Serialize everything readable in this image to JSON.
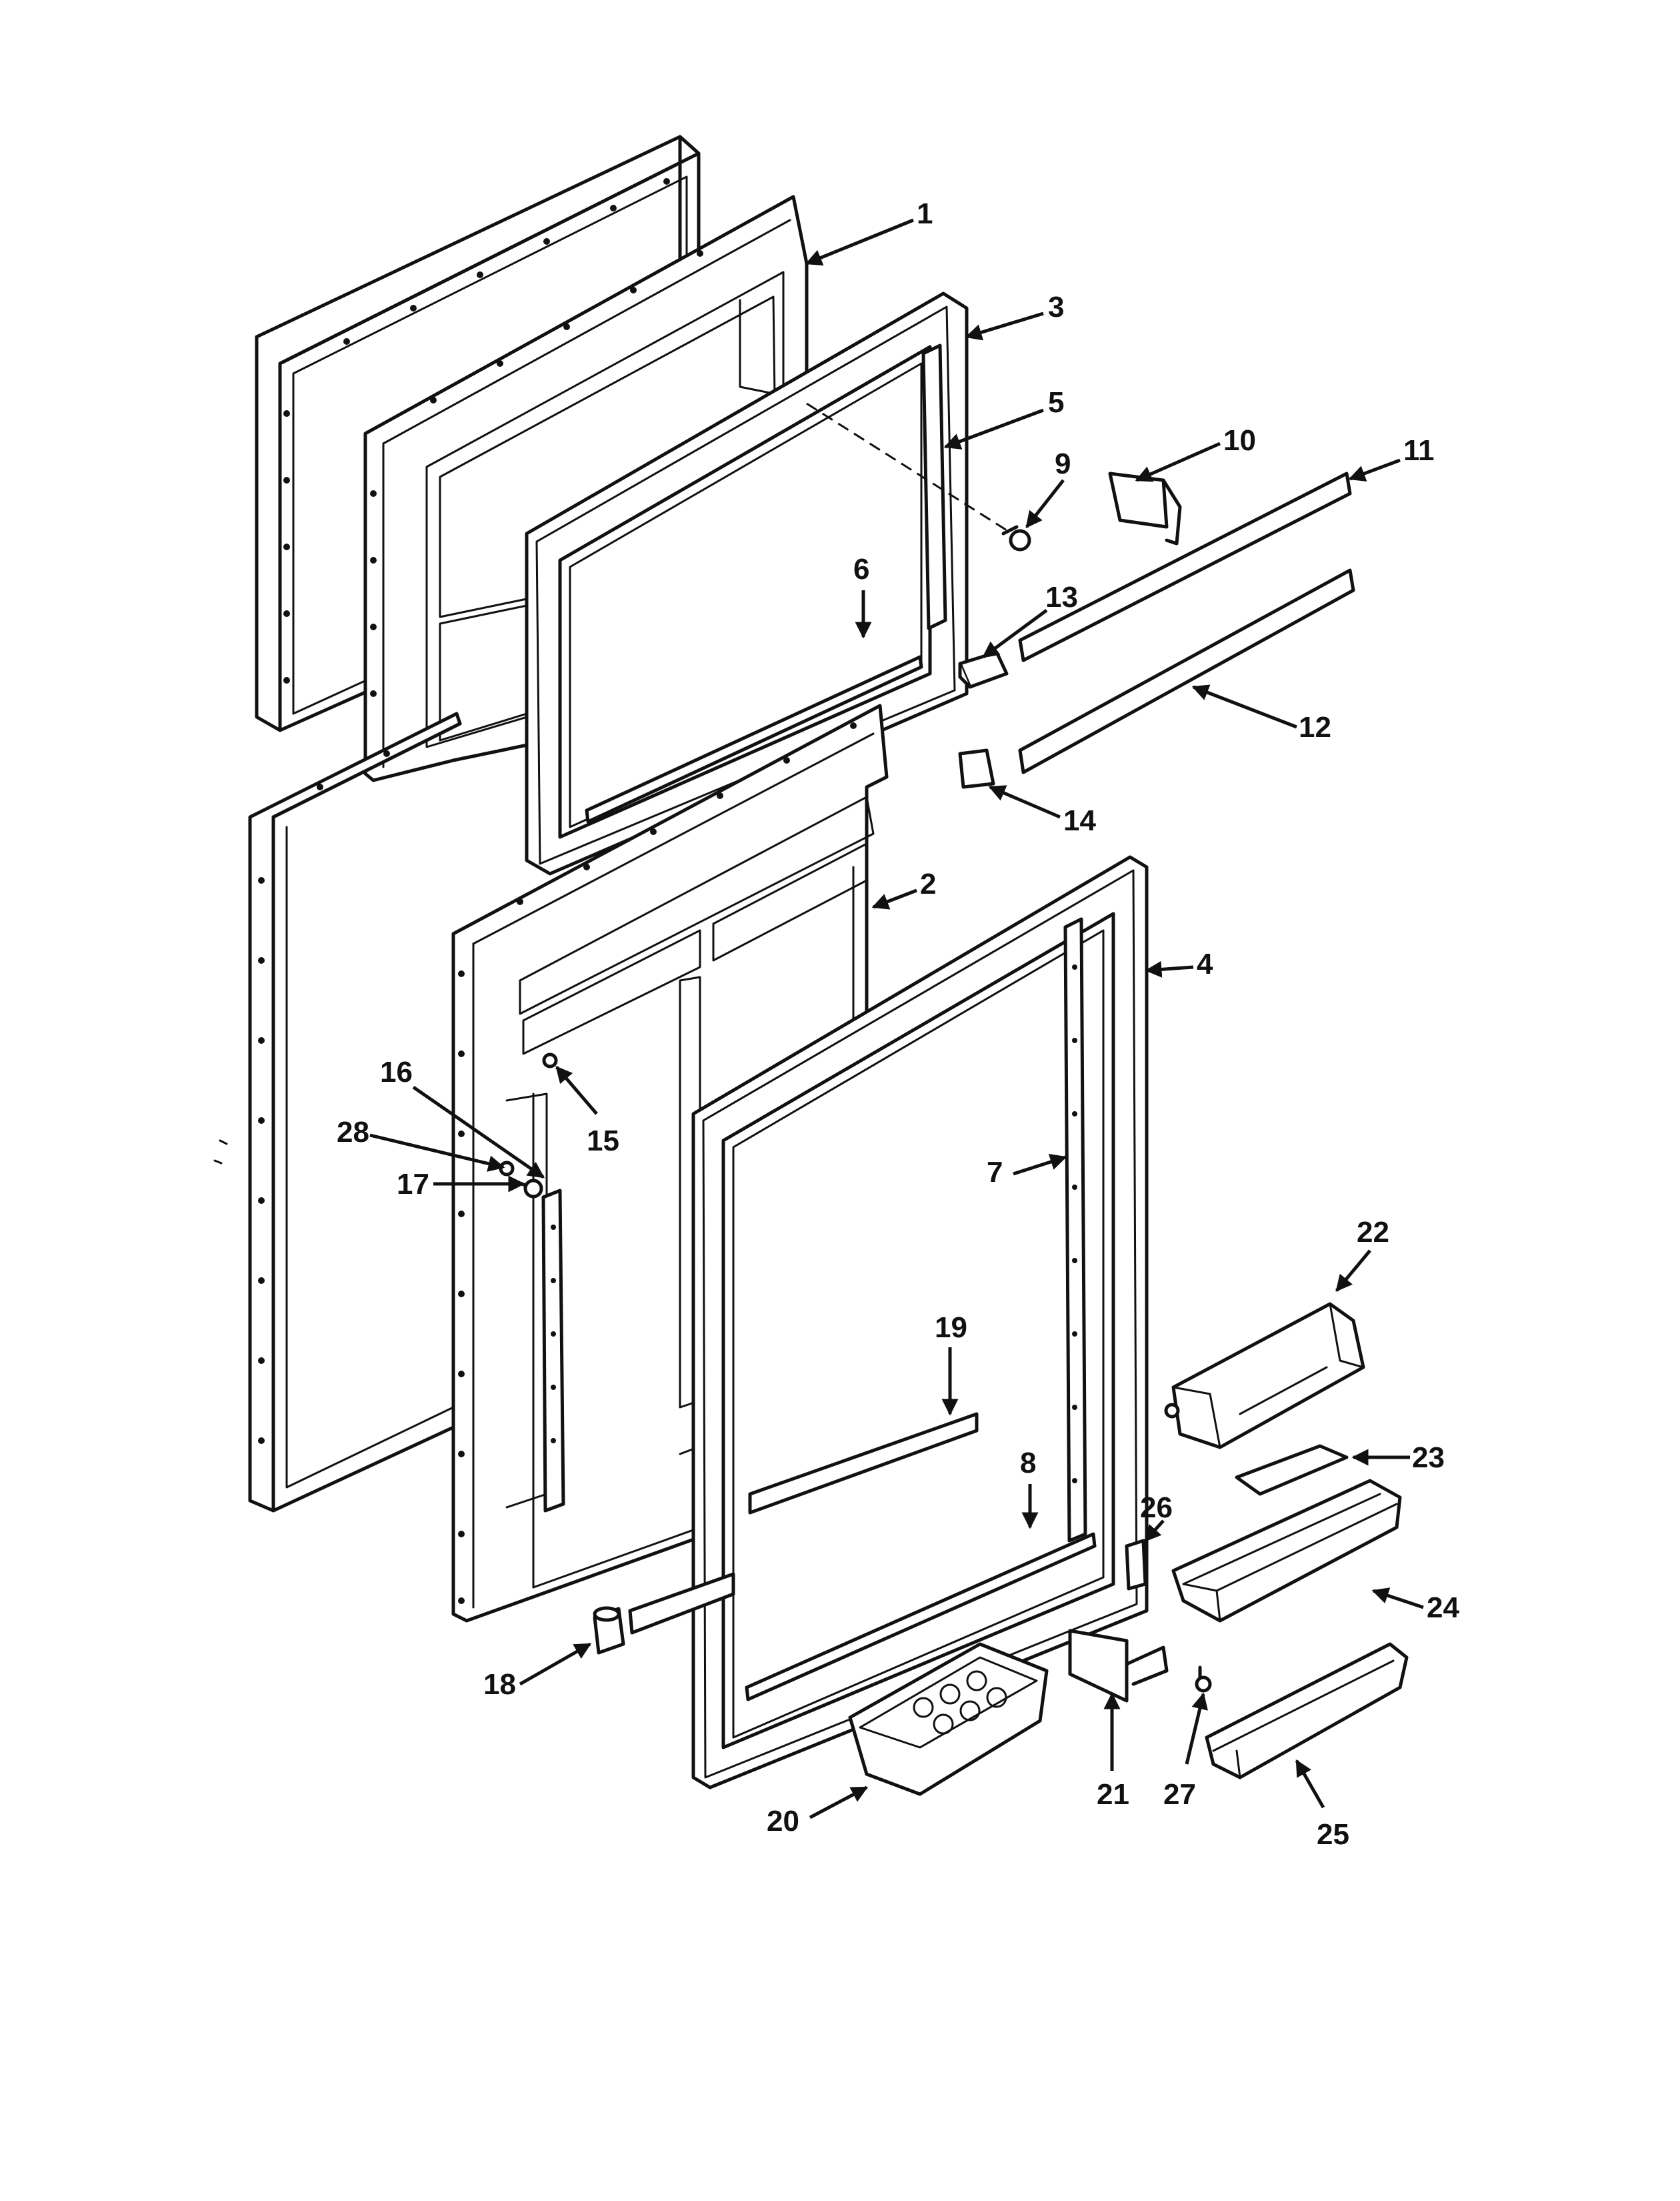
{
  "diagram": {
    "type": "exploded-parts-view",
    "callouts": [
      {
        "id": "1",
        "text": "1"
      },
      {
        "id": "2",
        "text": "2"
      },
      {
        "id": "3",
        "text": "3"
      },
      {
        "id": "4",
        "text": "4"
      },
      {
        "id": "5",
        "text": "5"
      },
      {
        "id": "6",
        "text": "6"
      },
      {
        "id": "7",
        "text": "7"
      },
      {
        "id": "8",
        "text": "8"
      },
      {
        "id": "9",
        "text": "9"
      },
      {
        "id": "10",
        "text": "10"
      },
      {
        "id": "11",
        "text": "11"
      },
      {
        "id": "12",
        "text": "12"
      },
      {
        "id": "13",
        "text": "13"
      },
      {
        "id": "14",
        "text": "14"
      },
      {
        "id": "15",
        "text": "15"
      },
      {
        "id": "16",
        "text": "16"
      },
      {
        "id": "17",
        "text": "17"
      },
      {
        "id": "18",
        "text": "18"
      },
      {
        "id": "19",
        "text": "19"
      },
      {
        "id": "20",
        "text": "20"
      },
      {
        "id": "21",
        "text": "21"
      },
      {
        "id": "22",
        "text": "22"
      },
      {
        "id": "23",
        "text": "23"
      },
      {
        "id": "24",
        "text": "24"
      },
      {
        "id": "25",
        "text": "25"
      },
      {
        "id": "26",
        "text": "26"
      },
      {
        "id": "27",
        "text": "27"
      },
      {
        "id": "28",
        "text": "28"
      }
    ]
  }
}
